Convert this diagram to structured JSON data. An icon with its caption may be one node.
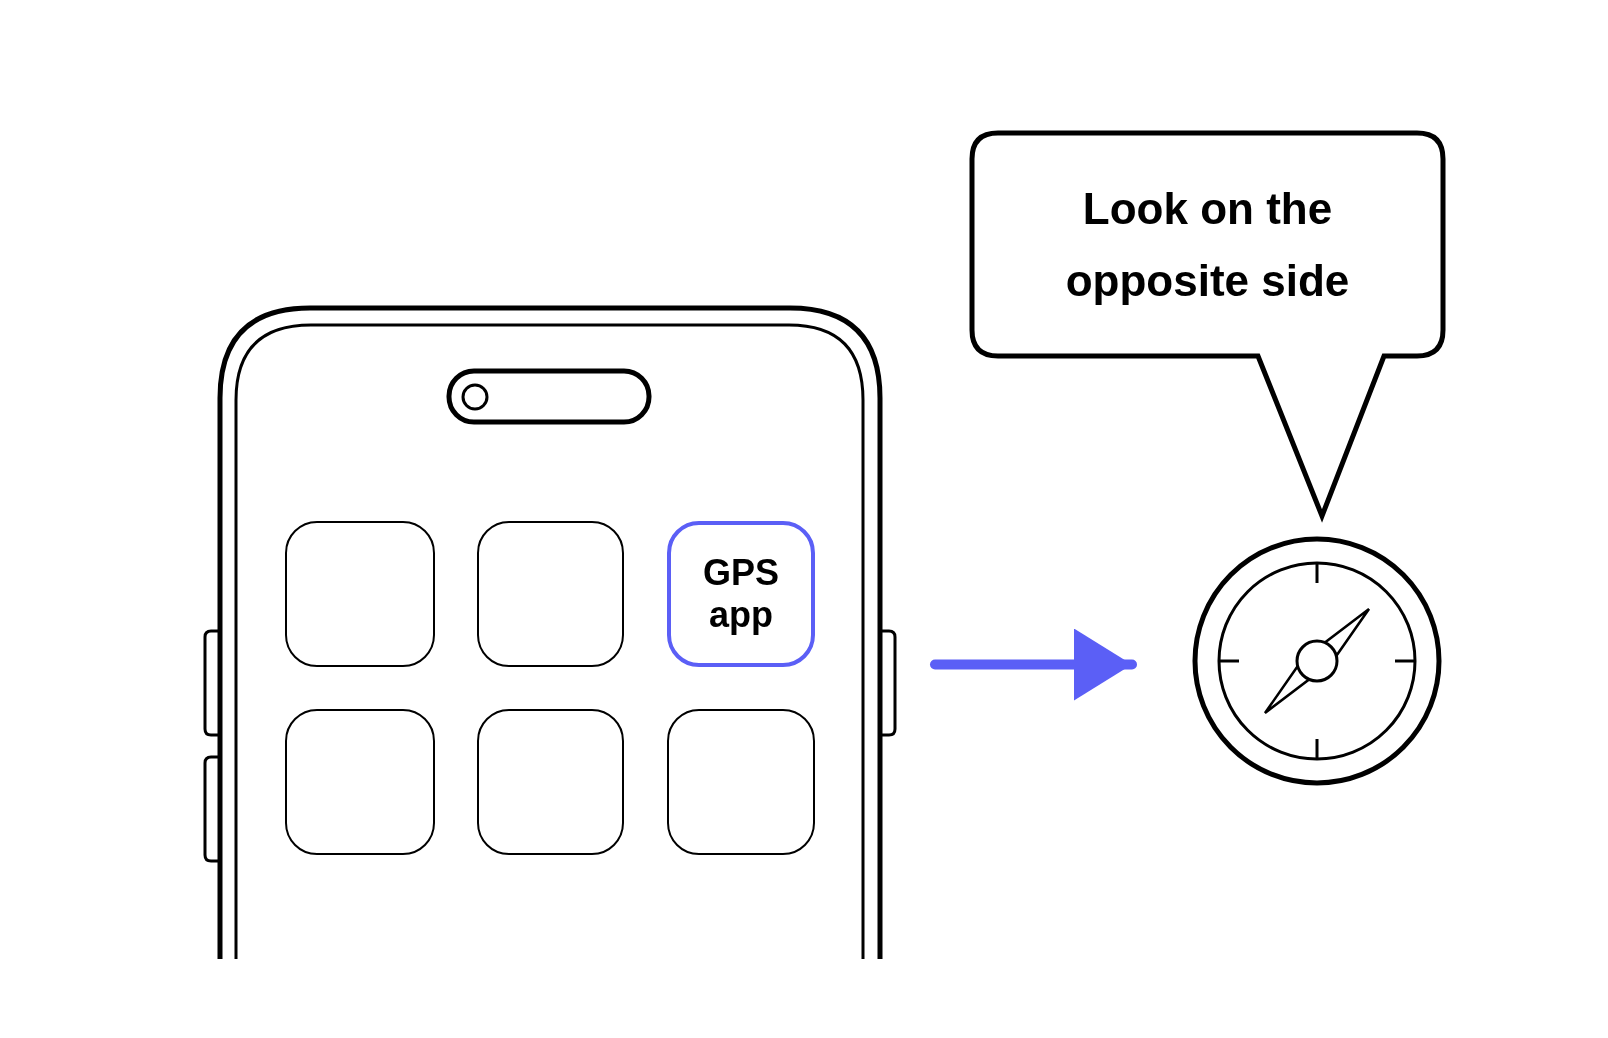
{
  "diagram": {
    "nodes": [
      {
        "text": [
          "Look on the opposite side"
        ]
      },
      {
        "text": [],
        "shape": "picture"
      },
      {
        "text": [],
        "shape": "box",
        "in": 1
      },
      {
        "text": [],
        "shape": "box",
        "in": 1
      },
      {
        "text": [
          "GPS app"
        ],
        "in": 1
      },
      {
        "text": [],
        "shape": "box",
        "in": 1
      },
      {
        "text": [],
        "shape": "box",
        "in": 1
      },
      {
        "text": [],
        "shape": "box",
        "in": 1
      },
      {
        "text": [],
        "shape": "picture"
      }
    ],
    "edges": [
      {
        "from": 1,
        "to": 8,
        "arrow": "to",
        "color": "#5b5ff6"
      }
    ]
  }
}
